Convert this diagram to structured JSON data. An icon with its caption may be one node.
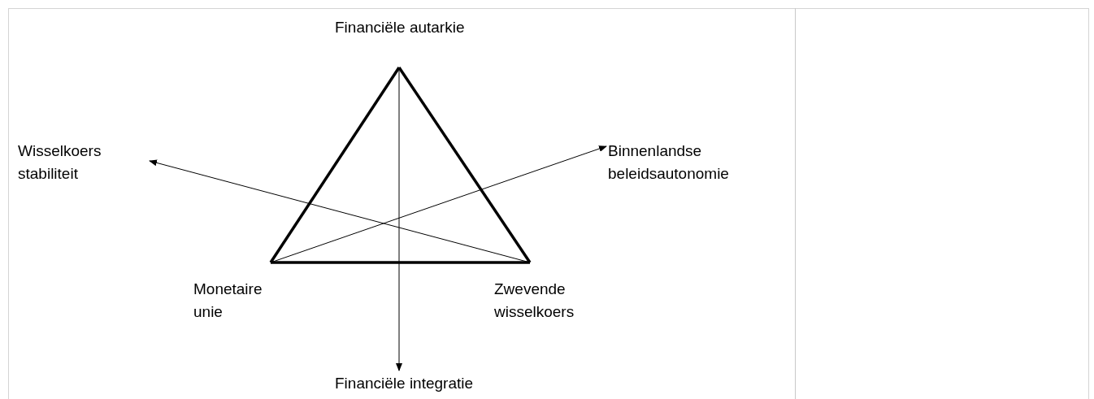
{
  "diagram": {
    "nodes": [
      {
        "text": [
          "Financiële autarkie"
        ]
      },
      {
        "text": [
          "Wisselkoers stabiliteit"
        ]
      },
      {
        "text": [
          "Binnenlandse beleidsautonomie"
        ]
      },
      {
        "text": [
          "Monetaire unie"
        ]
      },
      {
        "text": [
          "Zwevende wisselkoers"
        ]
      },
      {
        "text": [
          "Financiële integratie"
        ]
      }
    ],
    "edges": [
      {
        "from": 0,
        "to": 3,
        "arrow": "none",
        "style": "thick"
      },
      {
        "from": 0,
        "to": 4,
        "arrow": "none",
        "style": "thick"
      },
      {
        "from": 3,
        "to": 4,
        "arrow": "none",
        "style": "thick"
      },
      {
        "from": 0,
        "to": 5,
        "arrow": "to"
      },
      {
        "from": 3,
        "to": 2,
        "arrow": "to"
      },
      {
        "from": 4,
        "to": 1,
        "arrow": "to"
      }
    ]
  }
}
